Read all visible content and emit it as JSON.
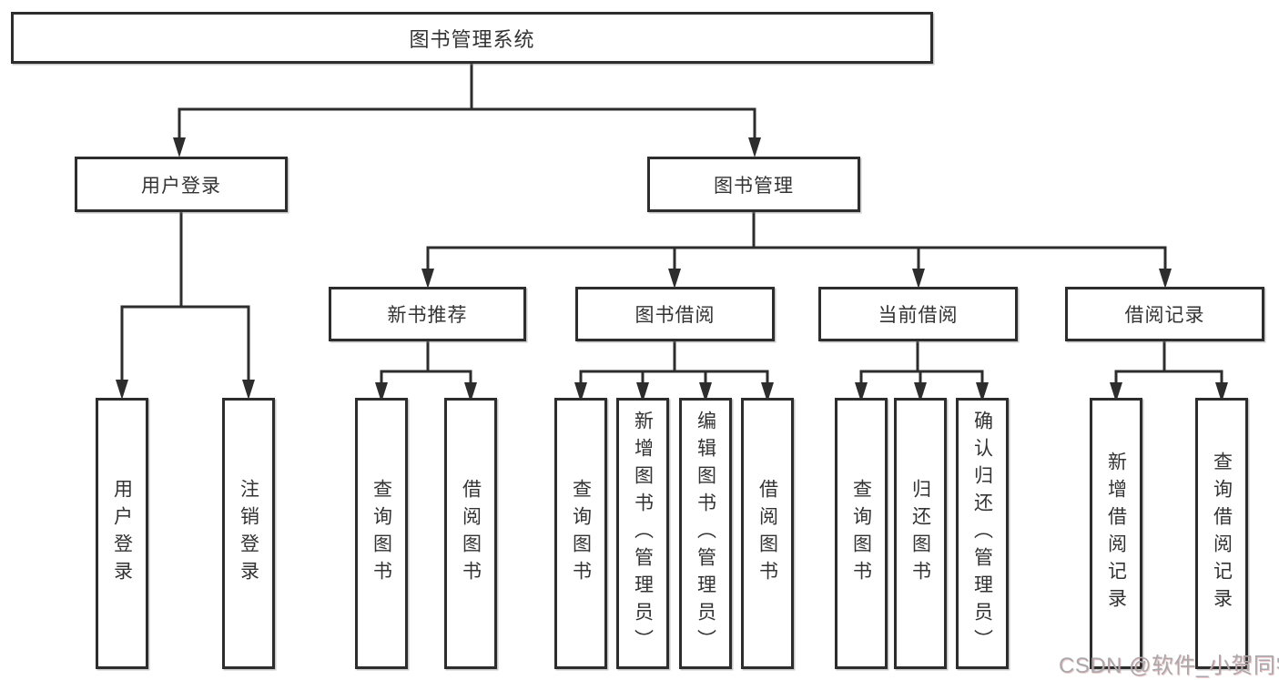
{
  "diagram": {
    "line_color": "#2d2d2d",
    "text_color": "#333333",
    "nodes": {
      "root": "图书管理系统",
      "user_login": "用户登录",
      "book_mgmt": "图书管理",
      "new_book_rec": "新书推荐",
      "book_borrow": "图书借阅",
      "current_borrow": "当前借阅",
      "borrow_record": "借阅记录",
      "leaf_user_login": "用户登录",
      "leaf_logout": "注销登录",
      "leaf_nb_query": "查询图书",
      "leaf_nb_borrow": "借阅图书",
      "leaf_bb_query": "查询图书",
      "leaf_bb_add": "新增图书（管理员）",
      "leaf_bb_edit": "编辑图书（管理员）",
      "leaf_bb_borrow": "借阅图书",
      "leaf_cb_query": "查询图书",
      "leaf_cb_return": "归还图书",
      "leaf_cb_confirm": "确认归还（管理员）",
      "leaf_br_add": "新增借阅记录",
      "leaf_br_query": "查询借阅记录"
    }
  },
  "watermark": {
    "text": "CSDN @软件_小贺同学"
  }
}
